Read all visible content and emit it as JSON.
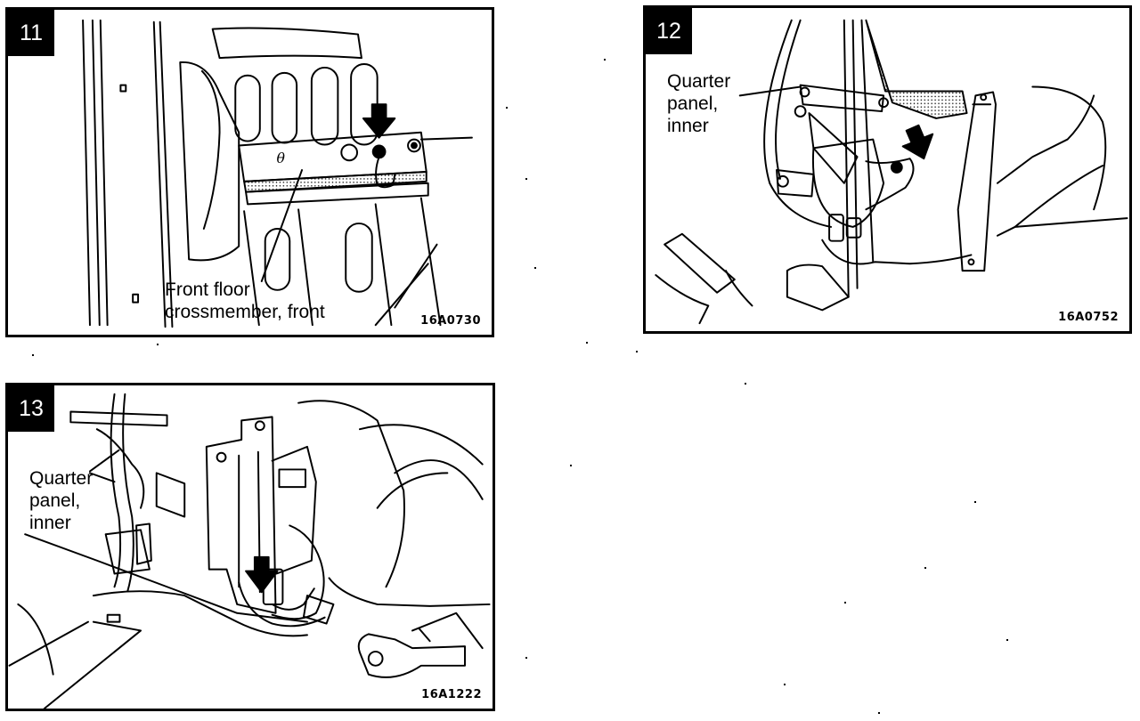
{
  "panels": [
    {
      "number": "11",
      "callout": [
        "Front floor",
        "crossmember, front"
      ],
      "code": "16A0730"
    },
    {
      "number": "12",
      "callout": [
        "Quarter",
        "panel,",
        "inner"
      ],
      "code": "16A0752"
    },
    {
      "number": "13",
      "callout": [
        "Quarter",
        "panel,",
        "inner"
      ],
      "code": "16A1222"
    }
  ],
  "colors": {
    "ink": "#000000",
    "paper": "#ffffff"
  }
}
